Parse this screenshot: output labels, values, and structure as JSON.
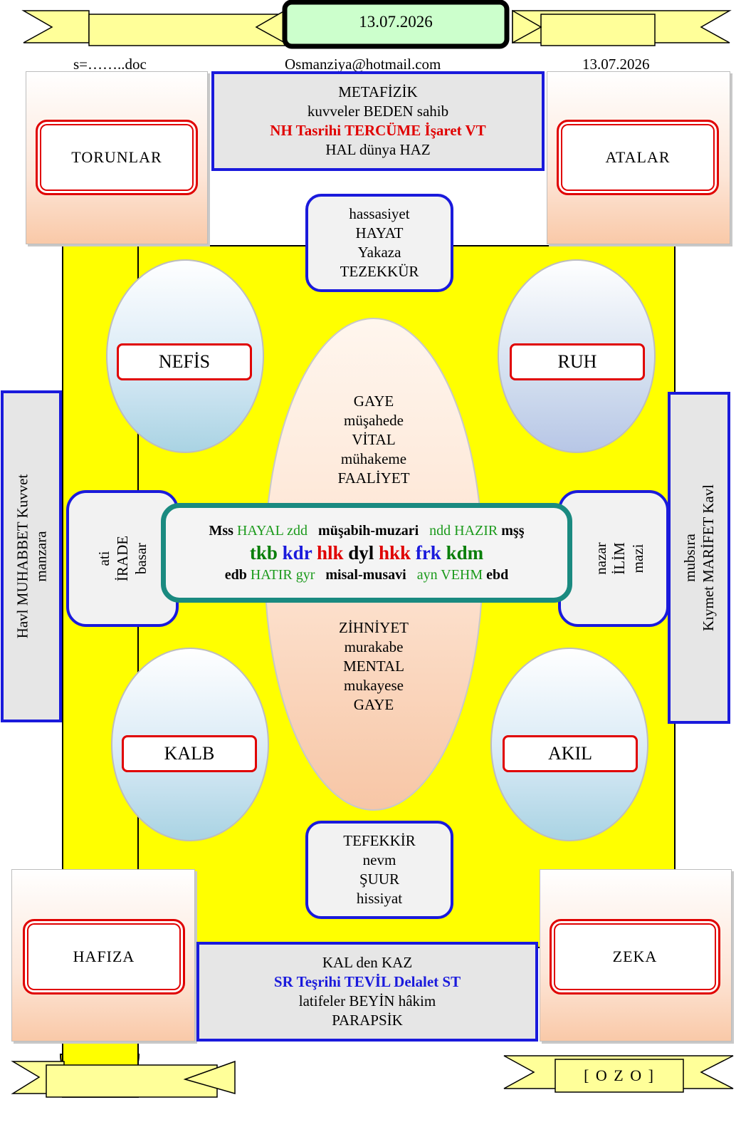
{
  "header": {
    "date_box": "13.07.2026",
    "file_label": "s=……..doc",
    "email": "Osmanziya@hotmail.com",
    "date_right": "13.07.2026"
  },
  "top_box": {
    "line1": "METAFİZİK",
    "line2": "kuvveler BEDEN sahib",
    "line3": "NH  Tasrihi TERCÜME İşaret VT",
    "line4": "HAL  dünya  HAZ"
  },
  "bottom_box": {
    "line1": "KAL den  KAZ",
    "line2": "SR  Teşrihi TEVİL Delalet ST",
    "line3": "latifeler BEYİN hâkim",
    "line4": "PARAPSİK"
  },
  "corners": {
    "top_left": "TORUNLAR",
    "top_right": "ATALAR",
    "bottom_left": "HAFIZA",
    "bottom_right": "ZEKA"
  },
  "top_inner": [
    "hassasiyet",
    "HAYAT",
    "Yakaza",
    "TEZEKKÜR"
  ],
  "bottom_inner": [
    "TEFEKKİR",
    "nevm",
    "ŞUUR",
    "hissiyat"
  ],
  "ovals": {
    "top_left": "NEFİS",
    "top_right": "RUH",
    "bottom_left": "KALB",
    "bottom_right": "AKIL"
  },
  "center_upper": [
    "GAYE",
    "müşahede",
    "VİTAL",
    "mühakeme",
    "FAALİYET"
  ],
  "center_lower": [
    "ZİHNİYET",
    "murakabe",
    "MENTAL",
    "mukayese",
    "GAYE"
  ],
  "center_box": {
    "row1": {
      "a": "Mss",
      "b": "HAYAL zdd",
      "c": "müşabih-muzari",
      "d": "ndd HAZIR",
      "e": "mşş"
    },
    "row2": {
      "a": "tkb",
      "b": "kdr",
      "c": "hlk",
      "d": "dyl",
      "e": "hkk",
      "f": "frk",
      "g": "kdm"
    },
    "row3": {
      "a": "edb",
      "b": "HATIR gyr",
      "c": "misal-musavi",
      "d": "ayn VEHM",
      "e": "ebd"
    }
  },
  "side_left_inner": [
    "ati",
    "İRADE",
    "basar"
  ],
  "side_right_inner": [
    "nazar",
    "İLİM",
    "mazi"
  ],
  "side_left_outer": [
    "Havl MUHABBET  Kuvvet",
    "manzara"
  ],
  "side_right_outer": [
    "mubsıra",
    "Kıymet MARİFET Kavl"
  ],
  "footer_label": "[ O Z O ]",
  "colors": {
    "yellow": "#ffff00",
    "blue": "#1a1adc",
    "red": "#e00000",
    "teal": "#1a8a80",
    "ribbon": "#ffff99"
  }
}
